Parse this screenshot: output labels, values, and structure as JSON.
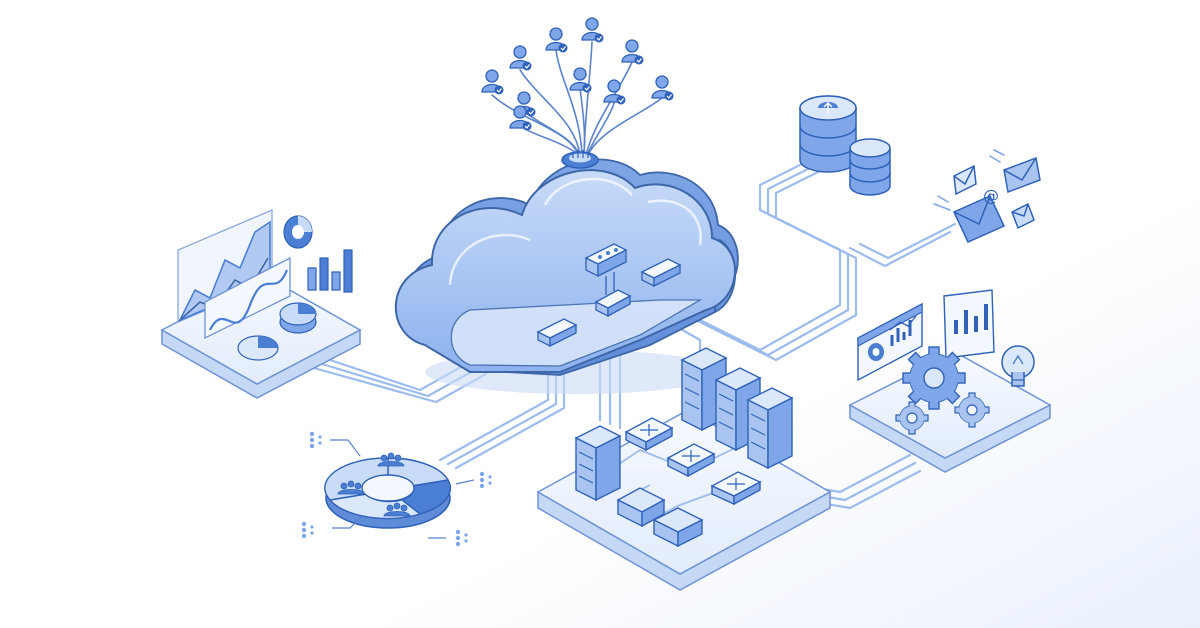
{
  "colors": {
    "background": "#ffffff",
    "background_fade": "#eaf1fc",
    "primary": "#4a7fd4",
    "primary_dark": "#2f62b8",
    "stroke": "#3d67a8",
    "light": "#dbe7fb",
    "mid": "#a9c4f0",
    "pale": "#f3f7fe",
    "connector": "#8fb2ea"
  },
  "icons": {
    "email_at_symbol": "@"
  },
  "nodes": [
    {
      "id": "cloud",
      "icon": "cloud-icon",
      "label": ""
    },
    {
      "id": "users",
      "icon": "user-group-icon",
      "label": ""
    },
    {
      "id": "analytics",
      "icon": "analytics-dashboard-icon",
      "label": ""
    },
    {
      "id": "databases",
      "icon": "database-icon",
      "label": ""
    },
    {
      "id": "email",
      "icon": "email-icon",
      "label": ""
    },
    {
      "id": "settings",
      "icon": "gear-icon",
      "label": ""
    },
    {
      "id": "datacenter",
      "icon": "server-rack-icon",
      "label": ""
    },
    {
      "id": "segments",
      "icon": "donut-chart-icon",
      "label": ""
    }
  ]
}
